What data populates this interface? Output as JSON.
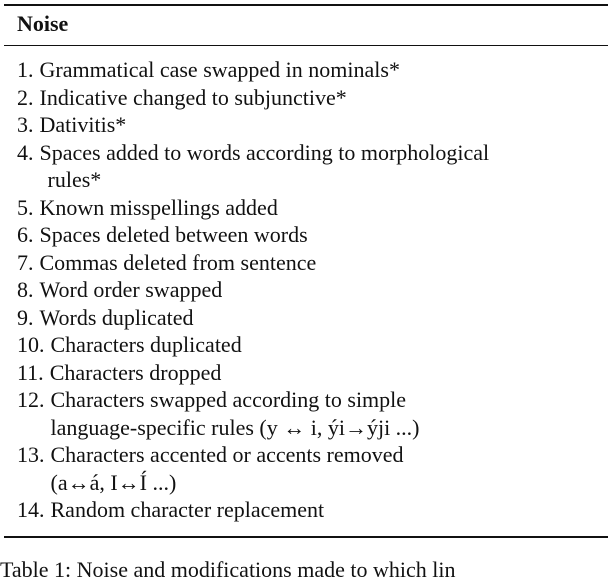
{
  "table": {
    "header": "Noise",
    "items": [
      {
        "num": "1.",
        "text": "Grammatical case swapped in nominals*"
      },
      {
        "num": "2.",
        "text": "Indicative changed to subjunctive*"
      },
      {
        "num": "3.",
        "text": "Dativitis*"
      },
      {
        "num": "4.",
        "text": "Spaces added to words according to morphological",
        "cont": "rules*"
      },
      {
        "num": "5.",
        "text": "Known misspellings added"
      },
      {
        "num": "6.",
        "text": "Spaces deleted between words"
      },
      {
        "num": "7.",
        "text": "Commas deleted from sentence"
      },
      {
        "num": "8.",
        "text": "Word order swapped"
      },
      {
        "num": "9.",
        "text": "Words duplicated"
      },
      {
        "num": "10.",
        "text": "Characters duplicated"
      },
      {
        "num": "11.",
        "text": "Characters dropped"
      },
      {
        "num": "12.",
        "text": "Characters swapped according to simple",
        "cont": "language-specific rules (y ↔ i, ýi→ýji ...)"
      },
      {
        "num": "13.",
        "text": "Characters accented or accents removed",
        "cont": "(a↔á, I↔Í ...)"
      },
      {
        "num": "14.",
        "text": "Random character replacement"
      }
    ]
  },
  "caption": "Table 1: Noise and modifications made to which lin"
}
